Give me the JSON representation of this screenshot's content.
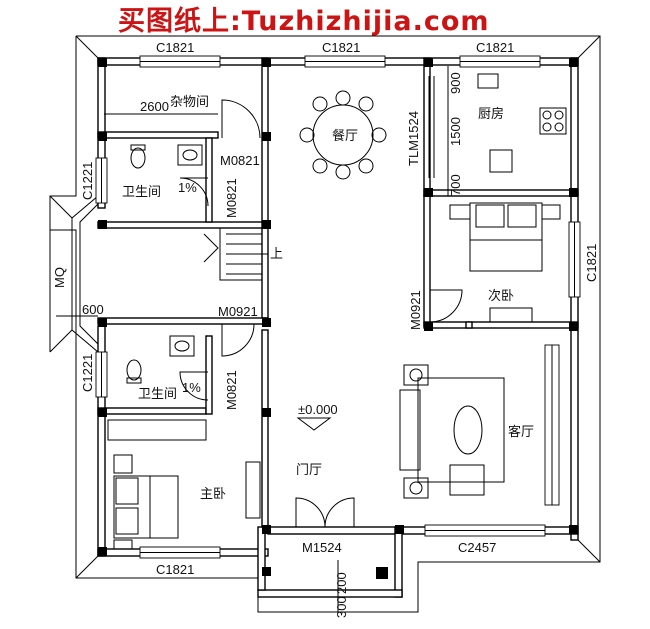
{
  "header": {
    "banner": "买图纸上:Tuzhizhijia.com"
  },
  "rooms": {
    "storage": "杂物间",
    "dining": "餐厅",
    "kitchen": "厨房",
    "bathroom_top": "卫生间",
    "bathroom_bottom": "卫生间",
    "second_bedroom": "次卧",
    "living_room": "客厅",
    "foyer": "门厅",
    "master_bedroom": "主卧"
  },
  "windows": {
    "top_left": "C1821",
    "top_mid": "C1821",
    "top_right": "C1821",
    "left_upper": "C1221",
    "left_lower": "C1221",
    "right_upper": "C1821",
    "bottom_left": "C1821",
    "bottom_right": "C2457",
    "bay": "MQ"
  },
  "doors": {
    "storage_bath": "M0821",
    "bath_top_side": "M0821",
    "kitchen_sliding": "TLM1524",
    "second_bedroom": "M0921",
    "master_corridor": "M0921",
    "bath_bottom_side": "M0821",
    "main_entrance": "M1524"
  },
  "dimensions": {
    "storage_width": "2600",
    "kitchen_top": "900",
    "kitchen_mid": "1500",
    "kitchen_bottom": "700",
    "bay_offset": "600",
    "steps_upper": "200",
    "steps_lower": "300"
  },
  "annotations": {
    "slope_top": "1%",
    "slope_bottom": "1%",
    "stair_up": "上",
    "elevation": "±0.000"
  }
}
